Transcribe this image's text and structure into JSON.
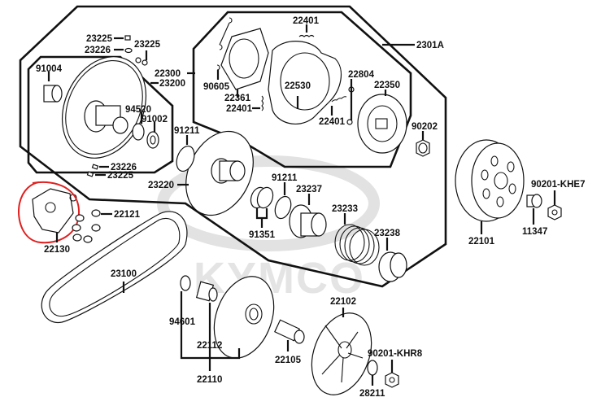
{
  "diagram": {
    "title": "KYMCO Driven pulley / clutch / drive face exploded parts diagram",
    "watermark": "KYMCO",
    "highlight_color": "#e02020",
    "line_color": "#111111",
    "group_labels": {
      "outer_assembly": "2301A",
      "clutch_assembly": "22300",
      "driven_plate_assembly": "23200",
      "movable_drive_face_assembly": "22110"
    },
    "labels": [
      {
        "id": "23225a",
        "text": "23225"
      },
      {
        "id": "23226a",
        "text": "23226"
      },
      {
        "id": "23225b",
        "text": "23225"
      },
      {
        "id": "22300",
        "text": "22300"
      },
      {
        "id": "23200",
        "text": "23200"
      },
      {
        "id": "91004",
        "text": "91004"
      },
      {
        "id": "94520",
        "text": "94520"
      },
      {
        "id": "91002",
        "text": "91002"
      },
      {
        "id": "23226b",
        "text": "23226"
      },
      {
        "id": "23225c",
        "text": "23225"
      },
      {
        "id": "22401a",
        "text": "22401"
      },
      {
        "id": "2301A",
        "text": "2301A"
      },
      {
        "id": "90605",
        "text": "90605"
      },
      {
        "id": "22361",
        "text": "22361"
      },
      {
        "id": "22401b",
        "text": "22401"
      },
      {
        "id": "22530",
        "text": "22530"
      },
      {
        "id": "22804",
        "text": "22804"
      },
      {
        "id": "22350",
        "text": "22350"
      },
      {
        "id": "22401c",
        "text": "22401"
      },
      {
        "id": "91211a",
        "text": "91211"
      },
      {
        "id": "90202",
        "text": "90202"
      },
      {
        "id": "23220",
        "text": "23220"
      },
      {
        "id": "91211b",
        "text": "91211"
      },
      {
        "id": "23237",
        "text": "23237"
      },
      {
        "id": "91351",
        "text": "91351"
      },
      {
        "id": "23233",
        "text": "23233"
      },
      {
        "id": "23238",
        "text": "23238"
      },
      {
        "id": "22101",
        "text": "22101"
      },
      {
        "id": "90201-KHE7",
        "text": "90201-KHE7"
      },
      {
        "id": "11347",
        "text": "11347"
      },
      {
        "id": "22121",
        "text": "22121"
      },
      {
        "id": "22130",
        "text": "22130"
      },
      {
        "id": "23100",
        "text": "23100"
      },
      {
        "id": "94601",
        "text": "94601"
      },
      {
        "id": "22112",
        "text": "22112"
      },
      {
        "id": "22110",
        "text": "22110"
      },
      {
        "id": "22105",
        "text": "22105"
      },
      {
        "id": "22102",
        "text": "22102"
      },
      {
        "id": "90201-KHR8",
        "text": "90201-KHR8"
      },
      {
        "id": "28211",
        "text": "28211"
      }
    ]
  }
}
